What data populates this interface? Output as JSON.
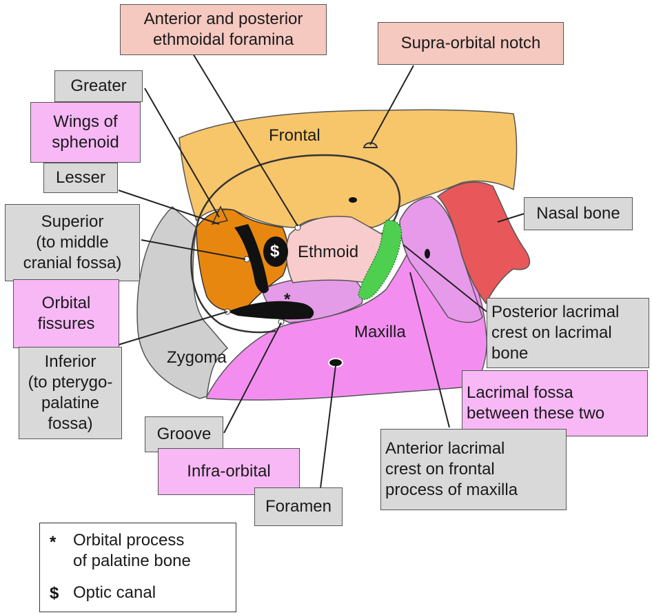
{
  "bones": {
    "frontal": "Frontal",
    "ethmoid": "Ethmoid",
    "maxilla": "Maxilla",
    "zygoma": "Zygoma"
  },
  "labels": {
    "ant_post_ethmoidal": "Anterior and posterior\nethmoidal foramina",
    "supra_orbital": "Supra-orbital notch",
    "greater": "Greater",
    "wings_of_sphenoid": "Wings of\nsphenoid",
    "lesser": "Lesser",
    "superior": "Superior\n(to middle\ncranial fossa)",
    "orbital_fissures": "Orbital\nfissures",
    "inferior": "Inferior\n(to pterygo-\npalatine\nfossa)",
    "groove": "Groove",
    "infra_orbital": "Infra-orbital",
    "foramen": "Foramen",
    "nasal_bone": "Nasal bone",
    "posterior_lacrimal": "Posterior lacrimal\ncrest on lacrimal\nbone",
    "lacrimal_fossa": "Lacrimal fossa\nbetween these two",
    "anterior_lacrimal": "Anterior lacrimal\ncrest on frontal\nprocess of maxilla"
  },
  "markers": {
    "optic_canal_symbol": "$",
    "palatine_symbol": "*"
  },
  "legend": {
    "star_symbol": "*",
    "star_text": "Orbital process\nof palatine bone",
    "dollar_symbol": "$",
    "dollar_text": "Optic canal"
  },
  "colors": {
    "frontal": "#f7c56a",
    "sphenoid_greater": "#e8870f",
    "ethmoid": "#f8cccc",
    "maxilla": "#f38ef0",
    "lacrimal": "#e79aea",
    "nasal": "#e8575a",
    "zygoma": "#cfcfcf",
    "lacrimal_crest": "#4fcf4f",
    "label_pink": "#f5c8c0",
    "label_gray": "#d9d9d9",
    "label_magenta": "#f7b8f5"
  }
}
